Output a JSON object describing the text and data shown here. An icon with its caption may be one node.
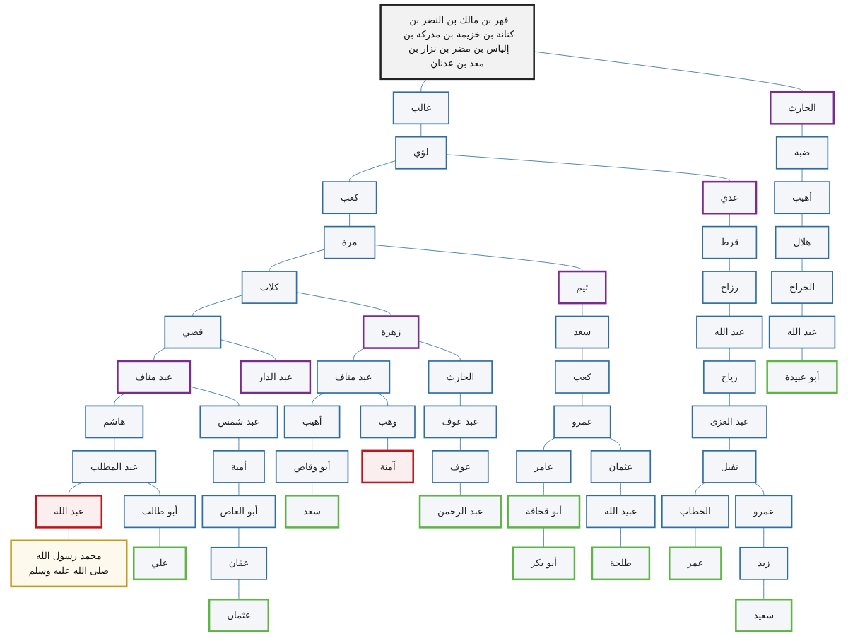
{
  "diagram": {
    "nodes": [
      {
        "text": [
          "فهر بن مالك بن النضر بن كنانة بن خزيمة بن مدركة بن إلياس بن مضر بن نزار بن معد بن عدنان"
        ]
      },
      {
        "text": [
          "غالب"
        ]
      },
      {
        "text": [
          "الحارث"
        ]
      },
      {
        "text": [
          "لؤي"
        ]
      },
      {
        "text": [
          "ضبة"
        ]
      },
      {
        "text": [
          "أهيب"
        ]
      },
      {
        "text": [
          "هلال"
        ]
      },
      {
        "text": [
          "الجراح"
        ]
      },
      {
        "text": [
          "عبد الله"
        ]
      },
      {
        "text": [
          "أبو عبيدة"
        ]
      },
      {
        "text": [
          "كعب"
        ]
      },
      {
        "text": [
          "عدي"
        ]
      },
      {
        "text": [
          "قرط"
        ]
      },
      {
        "text": [
          "رزاح"
        ]
      },
      {
        "text": [
          "عبد الله"
        ]
      },
      {
        "text": [
          "رياح"
        ]
      },
      {
        "text": [
          "عبد العزى"
        ]
      },
      {
        "text": [
          "نفيل"
        ]
      },
      {
        "text": [
          "الخطاب"
        ]
      },
      {
        "text": [
          "عمرو"
        ]
      },
      {
        "text": [
          "عمر"
        ]
      },
      {
        "text": [
          "زيد"
        ]
      },
      {
        "text": [
          "سعيد"
        ]
      },
      {
        "text": [
          "مرة"
        ]
      },
      {
        "text": [
          "كلاب"
        ]
      },
      {
        "text": [
          "تيم"
        ]
      },
      {
        "text": [
          "قصي"
        ]
      },
      {
        "text": [
          "زهرة"
        ]
      },
      {
        "text": [
          "عبد مناف"
        ]
      },
      {
        "text": [
          "عبد الدار"
        ]
      },
      {
        "text": [
          "هاشم"
        ]
      },
      {
        "text": [
          "عبد شمس"
        ]
      },
      {
        "text": [
          "عبد المطلب"
        ]
      },
      {
        "text": [
          "عبد الله"
        ]
      },
      {
        "text": [
          "أبو طالب"
        ]
      },
      {
        "text": [
          "محمد رسول الله",
          "صلى الله عليه وسلم"
        ]
      },
      {
        "text": [
          "علي"
        ]
      },
      {
        "text": [
          "أمية"
        ]
      },
      {
        "text": [
          "أبو العاص"
        ]
      },
      {
        "text": [
          "عفان"
        ]
      },
      {
        "text": [
          "عثمان"
        ]
      },
      {
        "text": [
          "عبد مناف"
        ]
      },
      {
        "text": [
          "الحارث"
        ]
      },
      {
        "text": [
          "أهيب"
        ]
      },
      {
        "text": [
          "وهب"
        ]
      },
      {
        "text": [
          "أبو وقاص"
        ]
      },
      {
        "text": [
          "سعد"
        ]
      },
      {
        "text": [
          "آمنة"
        ]
      },
      {
        "text": [
          "عبد عوف"
        ]
      },
      {
        "text": [
          "عوف"
        ]
      },
      {
        "text": [
          "عبد الرحمن"
        ]
      },
      {
        "text": [
          "سعد"
        ]
      },
      {
        "text": [
          "كعب"
        ]
      },
      {
        "text": [
          "عمرو"
        ]
      },
      {
        "text": [
          "عامر"
        ]
      },
      {
        "text": [
          "عثمان"
        ]
      },
      {
        "text": [
          "أبو قحافة"
        ]
      },
      {
        "text": [
          "أبو بكر"
        ]
      },
      {
        "text": [
          "عبيد الله"
        ]
      },
      {
        "text": [
          "طلحة"
        ]
      }
    ],
    "edges": [
      {
        "from": 0,
        "to": 1,
        "arrow": "none"
      },
      {
        "from": 0,
        "to": 2,
        "arrow": "none"
      },
      {
        "from": 1,
        "to": 3,
        "arrow": "none"
      },
      {
        "from": 2,
        "to": 4,
        "arrow": "none"
      },
      {
        "from": 4,
        "to": 5,
        "arrow": "none"
      },
      {
        "from": 5,
        "to": 6,
        "arrow": "none"
      },
      {
        "from": 6,
        "to": 7,
        "arrow": "none"
      },
      {
        "from": 7,
        "to": 8,
        "arrow": "none"
      },
      {
        "from": 8,
        "to": 9,
        "arrow": "none"
      },
      {
        "from": 3,
        "to": 10,
        "arrow": "none"
      },
      {
        "from": 3,
        "to": 11,
        "arrow": "none"
      },
      {
        "from": 11,
        "to": 12,
        "arrow": "none"
      },
      {
        "from": 12,
        "to": 13,
        "arrow": "none"
      },
      {
        "from": 13,
        "to": 14,
        "arrow": "none"
      },
      {
        "from": 14,
        "to": 15,
        "arrow": "none"
      },
      {
        "from": 15,
        "to": 16,
        "arrow": "none"
      },
      {
        "from": 16,
        "to": 17,
        "arrow": "none"
      },
      {
        "from": 17,
        "to": 18,
        "arrow": "none"
      },
      {
        "from": 17,
        "to": 19,
        "arrow": "none"
      },
      {
        "from": 18,
        "to": 20,
        "arrow": "none"
      },
      {
        "from": 19,
        "to": 21,
        "arrow": "none"
      },
      {
        "from": 21,
        "to": 22,
        "arrow": "none"
      },
      {
        "from": 10,
        "to": 23,
        "arrow": "none"
      },
      {
        "from": 23,
        "to": 24,
        "arrow": "none"
      },
      {
        "from": 23,
        "to": 25,
        "arrow": "none"
      },
      {
        "from": 24,
        "to": 26,
        "arrow": "none"
      },
      {
        "from": 24,
        "to": 27,
        "arrow": "none"
      },
      {
        "from": 26,
        "to": 28,
        "arrow": "none"
      },
      {
        "from": 26,
        "to": 29,
        "arrow": "none"
      },
      {
        "from": 28,
        "to": 30,
        "arrow": "none"
      },
      {
        "from": 28,
        "to": 31,
        "arrow": "none"
      },
      {
        "from": 30,
        "to": 32,
        "arrow": "none"
      },
      {
        "from": 32,
        "to": 33,
        "arrow": "none"
      },
      {
        "from": 32,
        "to": 34,
        "arrow": "none"
      },
      {
        "from": 33,
        "to": 35,
        "arrow": "none"
      },
      {
        "from": 34,
        "to": 36,
        "arrow": "none"
      },
      {
        "from": 31,
        "to": 37,
        "arrow": "none"
      },
      {
        "from": 37,
        "to": 38,
        "arrow": "none"
      },
      {
        "from": 38,
        "to": 39,
        "arrow": "none"
      },
      {
        "from": 39,
        "to": 40,
        "arrow": "none"
      },
      {
        "from": 27,
        "to": 41,
        "arrow": "none"
      },
      {
        "from": 27,
        "to": 42,
        "arrow": "none"
      },
      {
        "from": 41,
        "to": 43,
        "arrow": "none"
      },
      {
        "from": 41,
        "to": 44,
        "arrow": "none"
      },
      {
        "from": 43,
        "to": 45,
        "arrow": "none"
      },
      {
        "from": 45,
        "to": 46,
        "arrow": "none"
      },
      {
        "from": 44,
        "to": 47,
        "arrow": "none"
      },
      {
        "from": 42,
        "to": 48,
        "arrow": "none"
      },
      {
        "from": 48,
        "to": 49,
        "arrow": "none"
      },
      {
        "from": 49,
        "to": 50,
        "arrow": "none"
      },
      {
        "from": 25,
        "to": 51,
        "arrow": "none"
      },
      {
        "from": 51,
        "to": 52,
        "arrow": "none"
      },
      {
        "from": 52,
        "to": 53,
        "arrow": "none"
      },
      {
        "from": 53,
        "to": 54,
        "arrow": "none"
      },
      {
        "from": 53,
        "to": 55,
        "arrow": "none"
      },
      {
        "from": 54,
        "to": 56,
        "arrow": "none"
      },
      {
        "from": 56,
        "to": 57,
        "arrow": "none"
      },
      {
        "from": 55,
        "to": 58,
        "arrow": "none"
      },
      {
        "from": 58,
        "to": 59,
        "arrow": "none"
      }
    ]
  }
}
